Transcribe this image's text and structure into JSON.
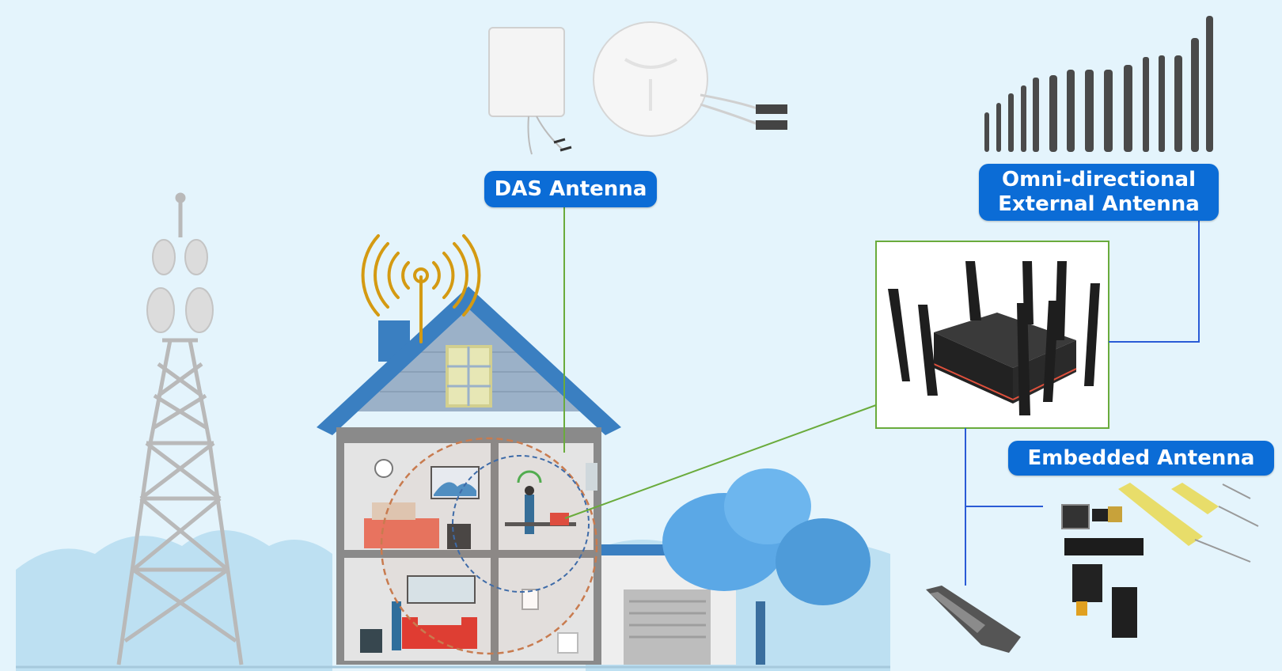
{
  "labels": {
    "das": "DAS Antenna",
    "omni_line1": "Omni-directional",
    "omni_line2": "External Antenna",
    "embedded": "Embedded Antenna"
  },
  "colors": {
    "background": "#e4f4fc",
    "label_fill": "#0b6cd6",
    "label_text": "#ffffff",
    "green_connector": "#6aab3c",
    "blue_connector": "#2a5bd6",
    "roof": "#3a7fc1",
    "signal": "#d49a12"
  },
  "icons": [
    "cell-tower-icon",
    "house-icon",
    "wifi-signal-icon",
    "das-panel-antenna-icon",
    "das-ceiling-antenna-icon",
    "external-antenna-icon",
    "router-icon",
    "embedded-antenna-icon",
    "tree-icon"
  ]
}
